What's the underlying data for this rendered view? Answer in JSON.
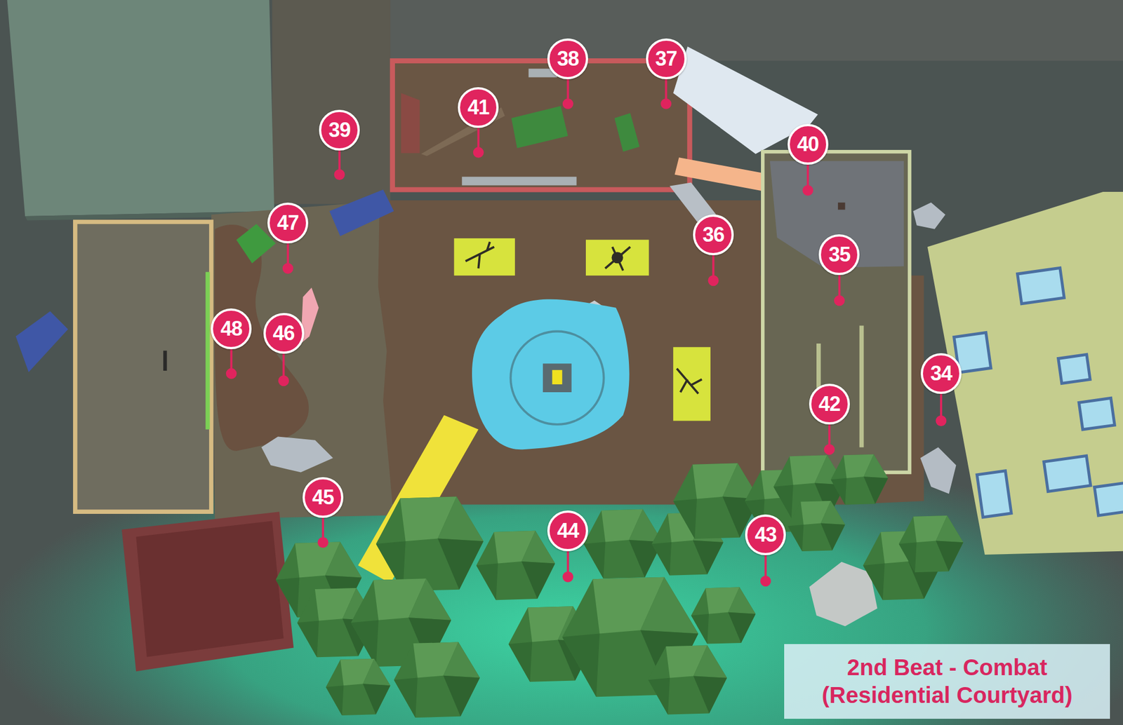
{
  "diagram": {
    "title": "2nd Beat - Combat (Residential Courtyard)",
    "labels": [
      "38",
      "37",
      "41",
      "39",
      "40",
      "47",
      "36",
      "35",
      "48",
      "46",
      "34",
      "42",
      "45",
      "44",
      "43"
    ]
  }
}
